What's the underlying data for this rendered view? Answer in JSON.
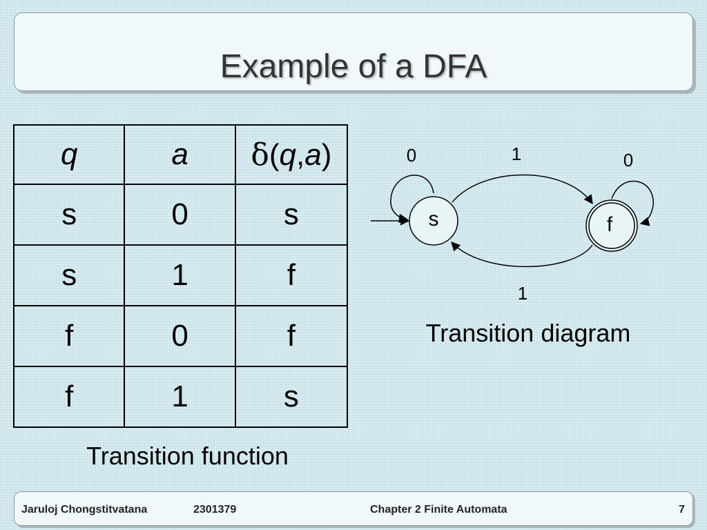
{
  "slide": {
    "title": "Example of a DFA"
  },
  "table": {
    "headers": {
      "q": "q",
      "a": "a",
      "delta_symbol": "δ",
      "delta_open": "(",
      "delta_q": "q",
      "delta_comma": ",",
      "delta_a": "a",
      "delta_close": ")"
    },
    "rows": [
      [
        "s",
        "0",
        "s"
      ],
      [
        "s",
        "1",
        "f"
      ],
      [
        "f",
        "0",
        "f"
      ],
      [
        "f",
        "1",
        "s"
      ]
    ],
    "caption": "Transition function"
  },
  "diagram": {
    "states": {
      "start": "s",
      "final": "f"
    },
    "edge_labels": {
      "s_loop": "0",
      "s_to_f": "1",
      "f_loop": "0",
      "f_to_s": "1"
    },
    "caption": "Transition diagram"
  },
  "footer": {
    "author": "Jaruloj Chongstitvatana",
    "course": "2301379",
    "chapter": "Chapter 2 Finite Automata",
    "page": "7"
  }
}
